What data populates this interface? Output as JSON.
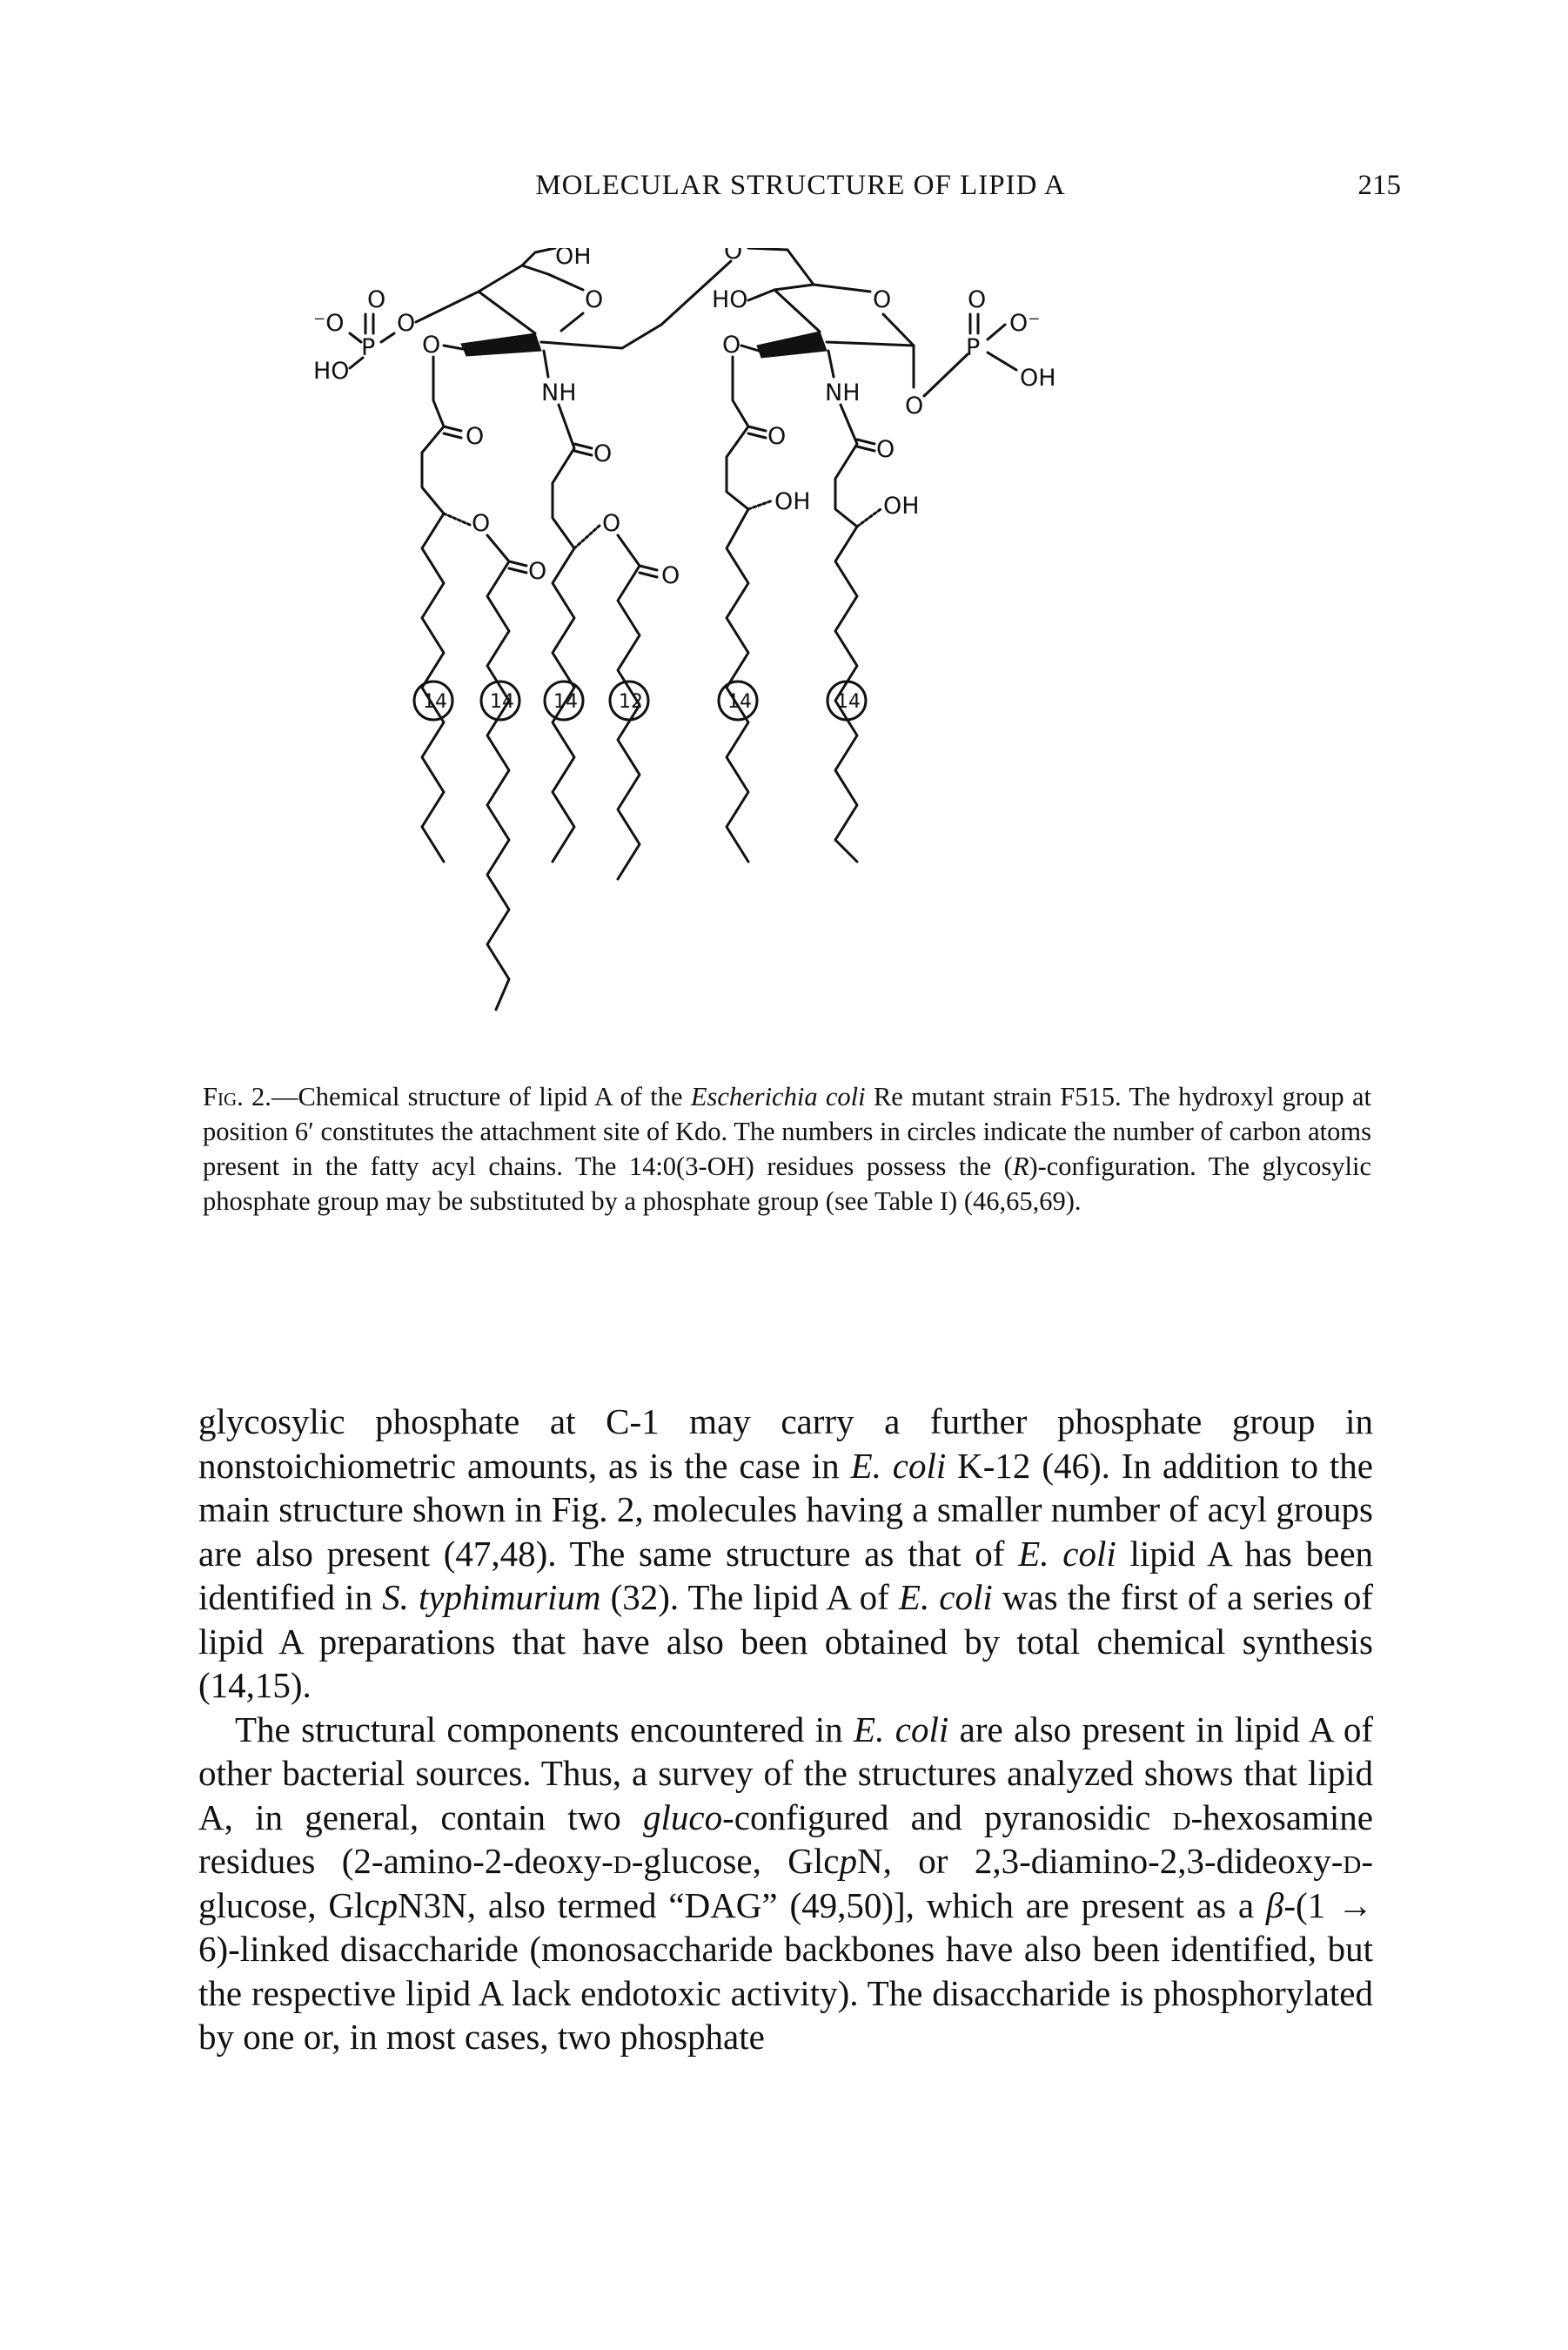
{
  "header": {
    "running_title": "MOLECULAR STRUCTURE OF LIPID A",
    "page_number": "215"
  },
  "figure": {
    "atom_labels": {
      "oh_top": "OH",
      "o_minus_left": "⁻O",
      "p_left": "P",
      "o_double_left": "O",
      "ho_left": "HO",
      "o_ester_left": "O",
      "o_ring1": "O",
      "o_c3_1": "O",
      "nh_1": "NH",
      "o_glyc": "O",
      "ho_ring2": "HO",
      "o_ring2": "O",
      "o_c3_2": "O",
      "nh_2": "NH",
      "o_double_right": "O",
      "o_minus_right": "O⁻",
      "p_right": "P",
      "o_ester_right": "O",
      "oh_right": "OH",
      "carbonyl_o": [
        "O",
        "O",
        "O",
        "O"
      ],
      "acyloxy_o": [
        "O",
        "O"
      ],
      "secondary_carbonyl_o": [
        "O",
        "O"
      ],
      "hydroxy_oh": [
        "OH",
        "OH"
      ]
    },
    "chain_lengths": [
      "14",
      "14",
      "14",
      "12",
      "14",
      "14"
    ]
  },
  "caption": {
    "label": "Fig. 2.",
    "part1": "—Chemical structure of lipid A of the ",
    "organism": "Escherichia coli",
    "part2": " Re mutant strain F515. The hydroxyl group at position 6′ constitutes the attachment site of Kdo. The numbers in circles indicate the number of carbon atoms present in the fatty acyl chains. The 14:0(3-OH) residues possess the (",
    "config": "R",
    "part3": ")-configuration. The glycosylic phosphate group may be substituted by a phosphate group (see Table I) (46,65,69)."
  },
  "body": {
    "p1": {
      "s1": "glycosylic phosphate at C-1 may carry a further phosphate group in nonstoichiometric amounts, as is the case in ",
      "ecoli1": "E. coli",
      "s2": " K-12 (46). In addition to the main structure shown in Fig. 2, molecules having a smaller number of acyl groups are also present (47,48). The same structure as that of ",
      "ecoli2": "E. coli",
      "s3": " lipid A has been identified in ",
      "styph": "S. typhimurium",
      "s4": " (32). The lipid A of ",
      "ecoli3": "E. coli",
      "s5": " was the first of a series of lipid A preparations that have also been obtained by total chemical synthesis (14,15)."
    },
    "p2": {
      "s1": "The structural components encountered in ",
      "ecoli": "E. coli",
      "s2": " are also present in lipid A of other bacterial sources. Thus, a survey of the structures analyzed shows that lipid A, in general, contain two ",
      "gluco": "gluco",
      "s3": "-configured and pyranosidic ",
      "d1": "d",
      "s4": "-hexosamine residues (2-amino-2-deoxy-",
      "d2": "d",
      "s5": "-glucose, Glc",
      "p1": "p",
      "s6": "N, or 2,3-diamino-2,3-dideoxy-",
      "d3": "d",
      "s7": "-glucose, Glc",
      "p2": "p",
      "s8": "N3N, also termed “DAG” (49,50)], which are present as a ",
      "beta": "β",
      "s9": "-(1 → 6)-linked disaccharide (monosaccharide backbones have also been identified, but the respective lipid A lack endotoxic activity). The disaccharide is phosphorylated by one or, in most cases, two phosphate"
    }
  }
}
